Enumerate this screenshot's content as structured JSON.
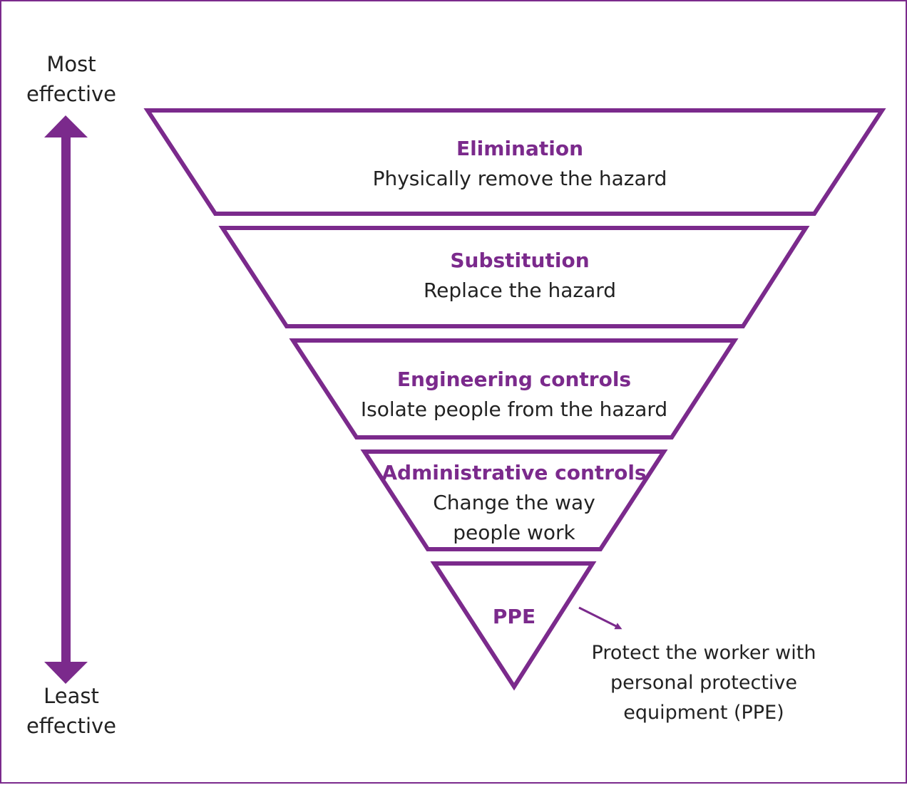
{
  "colors": {
    "accent": "#7b2a8c",
    "text": "#222222",
    "background": "#ffffff"
  },
  "axis": {
    "top_label_line1": "Most",
    "top_label_line2": "effective",
    "bottom_label_line1": "Least",
    "bottom_label_line2": "effective"
  },
  "levels": [
    {
      "title": "Elimination",
      "description": "Physically remove the hazard"
    },
    {
      "title": "Substitution",
      "description": "Replace the hazard"
    },
    {
      "title": "Engineering controls",
      "description": "Isolate people from the hazard"
    },
    {
      "title": "Administrative controls",
      "description_line1": "Change the way",
      "description_line2": "people work"
    },
    {
      "title": "PPE"
    }
  ],
  "ppe_note": {
    "line1": "Protect the worker with",
    "line2": "personal protective",
    "line3": "equipment (PPE)"
  }
}
